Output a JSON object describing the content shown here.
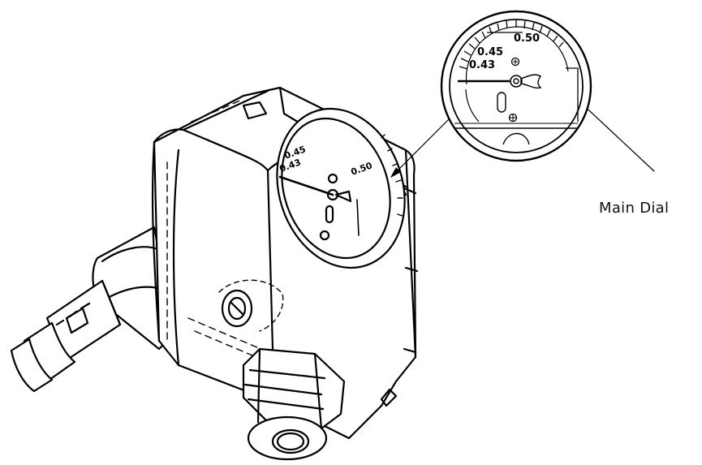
{
  "callout": {
    "label": "Main Dial"
  },
  "dial": {
    "readings": [
      "0.43",
      "0.45",
      "0.50"
    ],
    "small_readings": [
      "0.43",
      "0.45",
      "0.50"
    ]
  }
}
